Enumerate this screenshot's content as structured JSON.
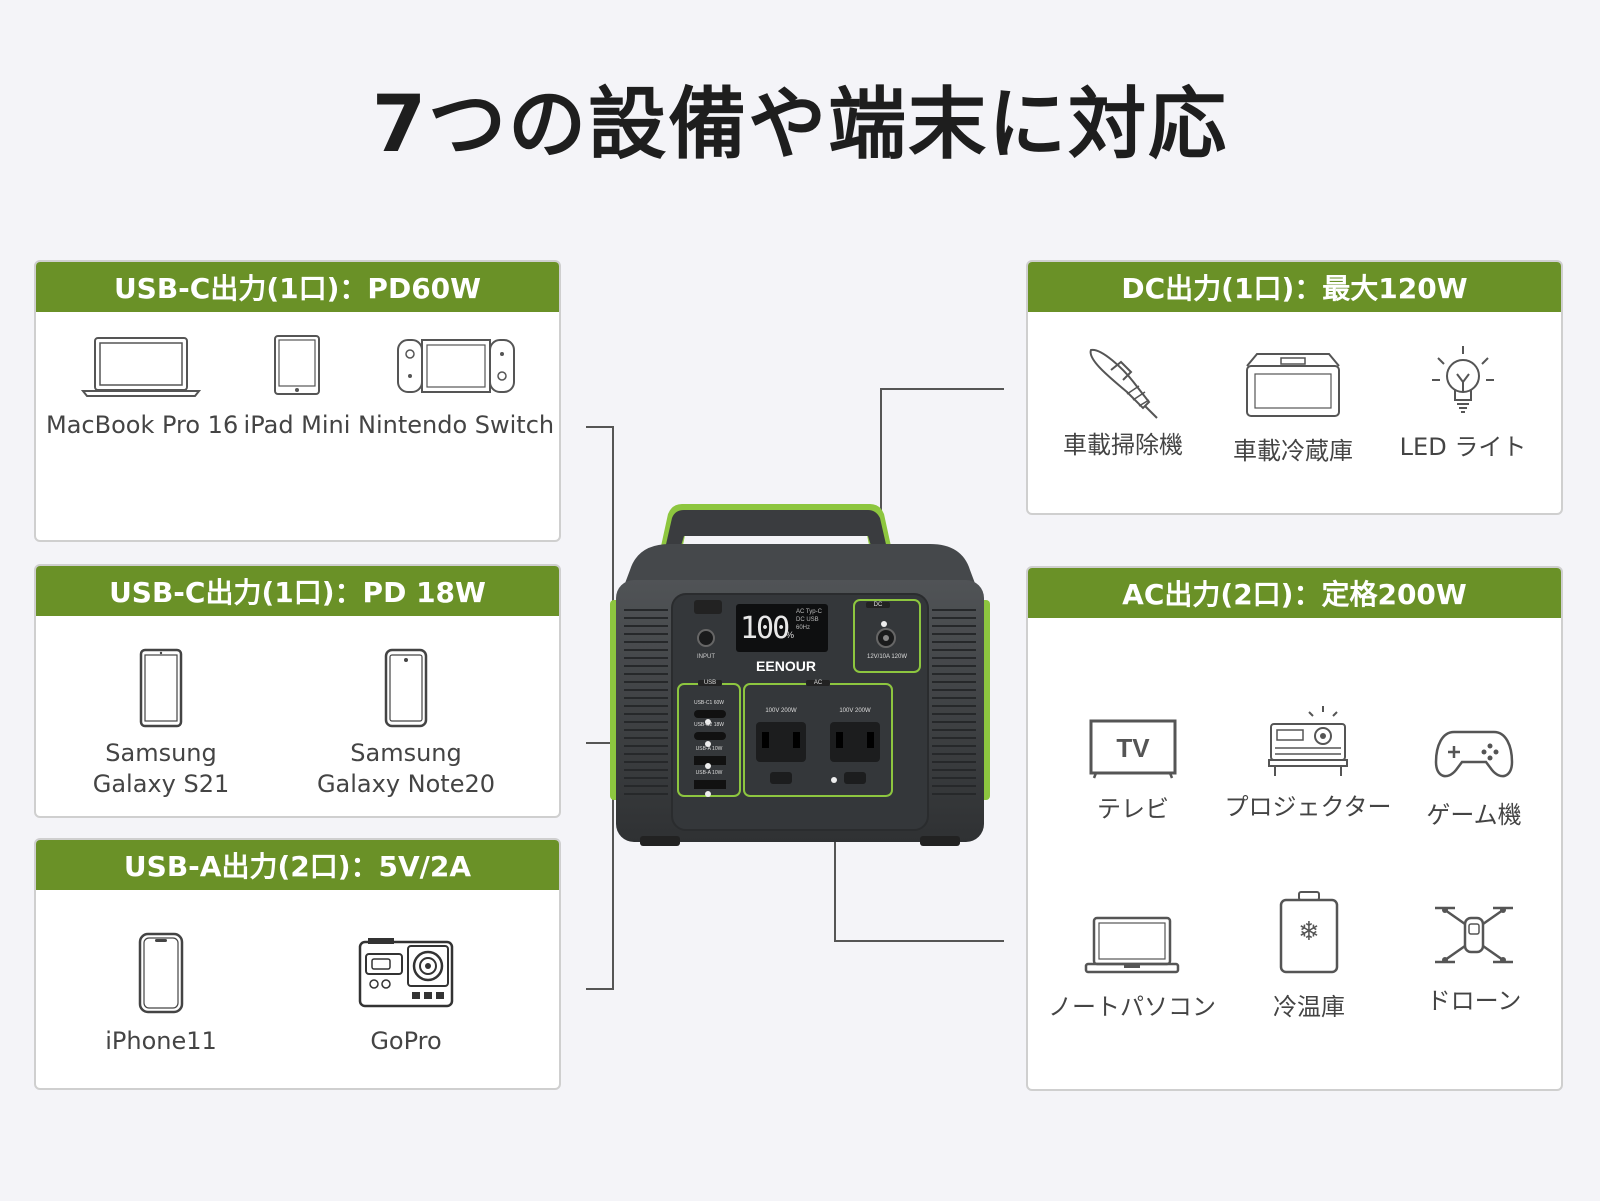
{
  "title": "7つの設備や端末に対応",
  "cards": {
    "usbc60": {
      "header": "USB-C出力(1口)：PD60W",
      "items": [
        {
          "icon": "laptop-icon",
          "label": "MacBook Pro 16"
        },
        {
          "icon": "tablet-icon",
          "label": "iPad Mini"
        },
        {
          "icon": "game-console-icon",
          "label": "Nintendo Switch"
        }
      ]
    },
    "usbc18": {
      "header": "USB-C出力(1口)：PD 18W",
      "items": [
        {
          "icon": "smartphone-icon",
          "label1": "Samsung",
          "label2": "Galaxy S21"
        },
        {
          "icon": "smartphone-icon",
          "label1": "Samsung",
          "label2": "Galaxy Note20"
        }
      ]
    },
    "usba": {
      "header": "USB-A出力(2口)：5V/2A",
      "items": [
        {
          "icon": "smartphone-icon",
          "label": "iPhone11"
        },
        {
          "icon": "action-camera-icon",
          "label": "GoPro"
        }
      ]
    },
    "dc": {
      "header": "DC出力(1口)：最大120W",
      "items": [
        {
          "icon": "handheld-vacuum-icon",
          "label": "車載掃除機"
        },
        {
          "icon": "cooler-box-icon",
          "label": "車載冷蔵庫"
        },
        {
          "icon": "light-bulb-icon",
          "label": "LED ライト"
        }
      ]
    },
    "ac": {
      "header": "AC出力(2口)：定格200W",
      "items": [
        {
          "icon": "tv-icon",
          "label": "テレビ"
        },
        {
          "icon": "projector-icon",
          "label": "プロジェクター"
        },
        {
          "icon": "gamepad-icon",
          "label": "ゲーム機"
        },
        {
          "icon": "laptop-icon",
          "label": "ノートパソコン"
        },
        {
          "icon": "mini-fridge-icon",
          "label": "冷温庫"
        },
        {
          "icon": "drone-icon",
          "label": "ドローン"
        }
      ]
    }
  },
  "device": {
    "brand": "EENOUR",
    "display": "100",
    "display_unit": "%",
    "display_mode": {
      "ac": "AC",
      "dc": "DC",
      "usb": "USB",
      "type_c": "Typ-C",
      "hz": "60Hz"
    },
    "labels": {
      "power_usb": "USB",
      "power_dc": "DC",
      "power_ac": "AC",
      "input": "INPUT",
      "dc_rating": "12V/10A 120W",
      "usb_c1": "USB-C1 60W",
      "usb_c2": "USB-C2 18W",
      "usb_a1": "USB-A 10W",
      "usb_a2": "USB-A 10W",
      "ac1": "100V 200W",
      "ac2": "100V 200W"
    }
  },
  "colors": {
    "header_green": "#6a9127",
    "device_accent": "#8dc63f",
    "device_body": "#3d3f42",
    "background": "#f4f4f8"
  }
}
